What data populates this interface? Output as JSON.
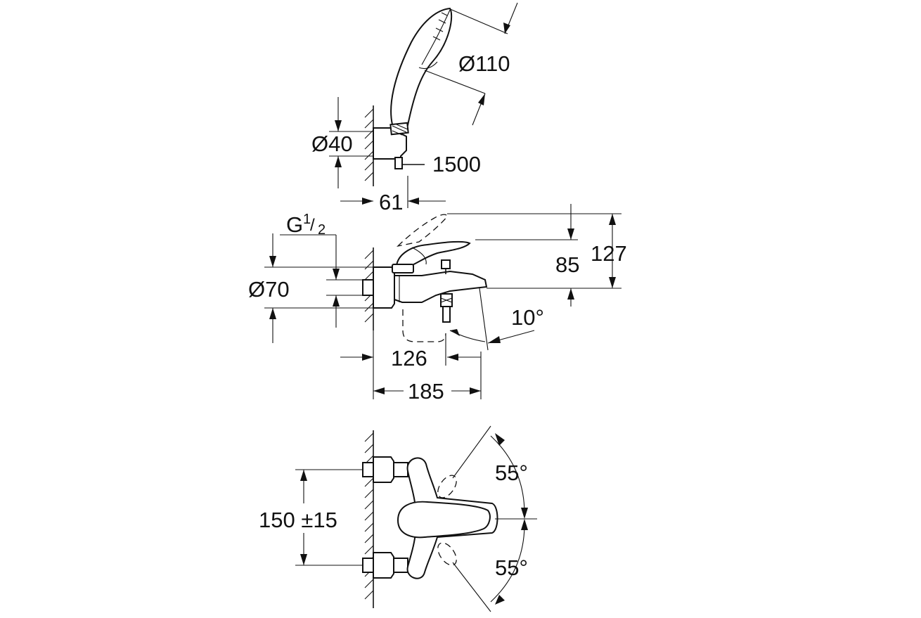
{
  "labels": {
    "handshower_diameter": "Ø110",
    "holder_diameter": "Ø40",
    "hose_length": "1500",
    "holder_projection": "61",
    "thread": "G",
    "thread_fraction_num": "1",
    "thread_fraction_den": "2",
    "flange_diameter": "Ø70",
    "height_spout": "85",
    "height_total": "127",
    "spout_angle": "10°",
    "spout_depth": "126",
    "overall_depth": "185",
    "center_distance": "150 ±15",
    "lever_angle_up": "55°",
    "lever_angle_down": "55°"
  }
}
